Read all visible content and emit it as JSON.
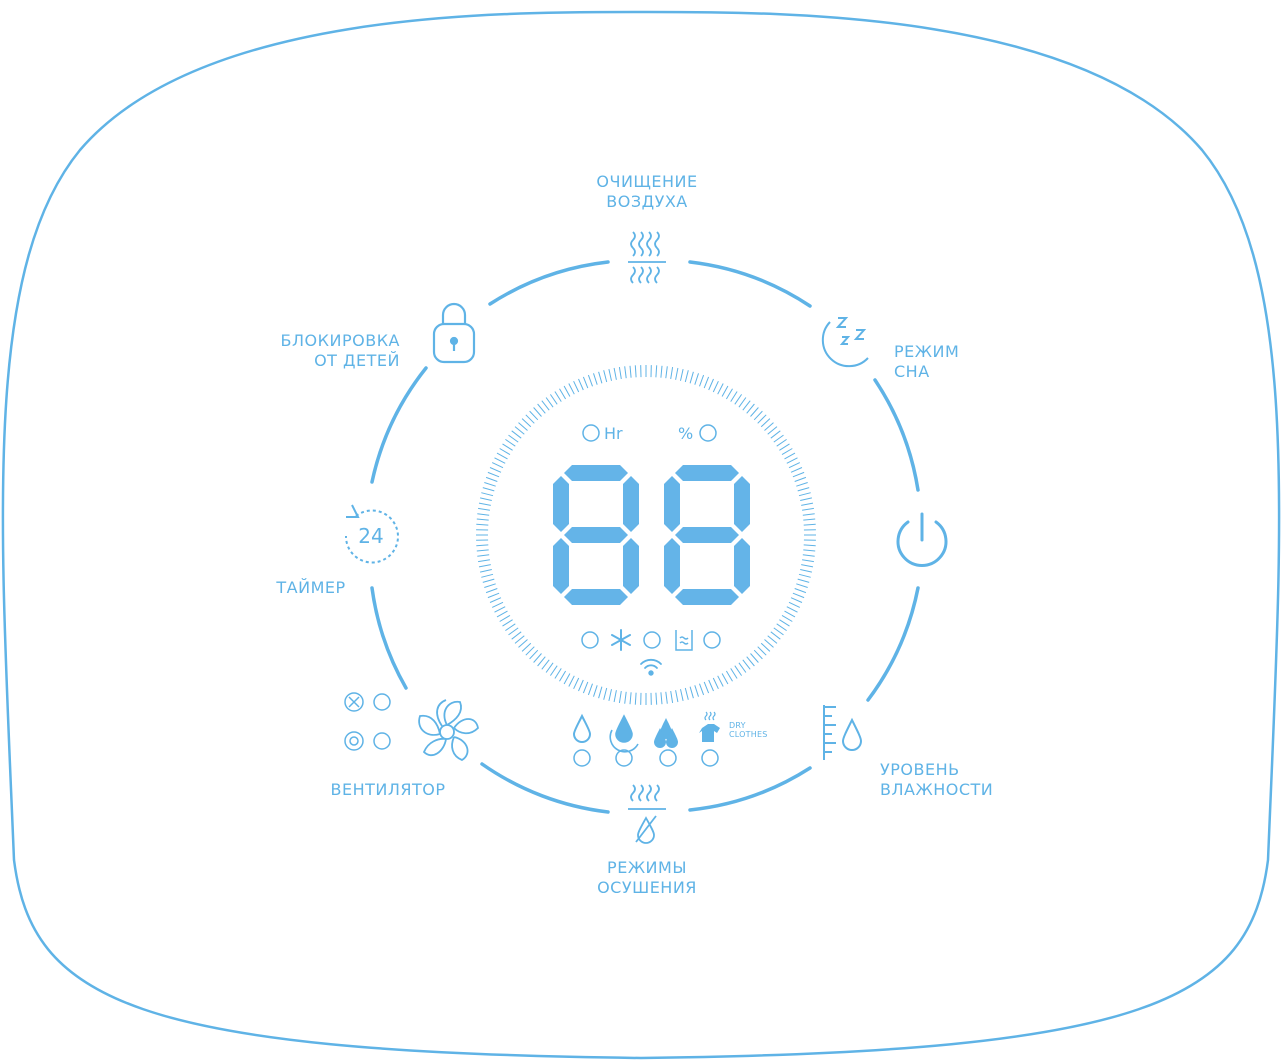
{
  "panel": {
    "accent_color": "#5fb3e6",
    "display_color": "#64b4e8"
  },
  "display": {
    "digits": "88",
    "unit_hours": "Hr",
    "unit_percent": "%"
  },
  "labels": {
    "air_purification": "ОЧИЩЕНИЕ\nВОЗДУХА",
    "sleep_mode": "РЕЖИМ\nСНА",
    "child_lock": "БЛОКИРОВКА\nОТ ДЕТЕЙ",
    "timer": "ТАЙМЕР",
    "fan": "ВЕНТИЛЯТОР",
    "humidity_level": "УРОВЕНЬ\nВЛАЖНОСТИ",
    "dry_modes": "РЕЖИМЫ\nОСУШЕНИЯ",
    "timer_icon_value": "24",
    "dry_clothes": "DRY\nCLOTHES"
  },
  "icons": {
    "air_purification": "air-purification-icon",
    "sleep": "sleep-moon-icon",
    "lock": "lock-icon",
    "timer": "timer-24-icon",
    "power": "power-icon",
    "fan": "fan-icon",
    "humidity": "humidity-scale-icon",
    "dry_modes": "dry-mode-icon",
    "defrost": "snowflake-icon",
    "tank": "water-tank-icon",
    "wifi": "wifi-icon",
    "fan_speed_low": "fan-low-icon",
    "fan_speed_high": "fan-high-icon",
    "drop_single": "drop-icon",
    "drop_cycle": "drop-auto-icon",
    "drop_double": "drops-icon",
    "shirt": "dry-clothes-icon"
  }
}
